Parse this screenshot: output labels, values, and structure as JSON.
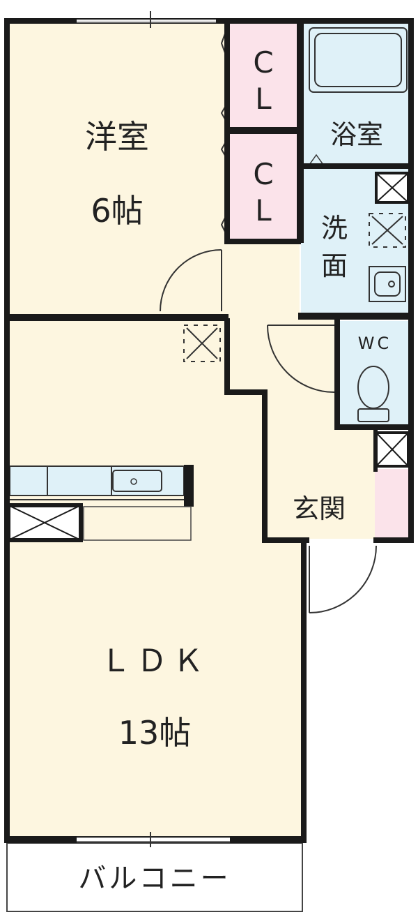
{
  "colors": {
    "wall": "#1a1a1a",
    "room_floor": "#fdf6e0",
    "wet_area": "#dff1f8",
    "closet": "#fbe3ea",
    "balcony": "#ffffff",
    "line": "#333333"
  },
  "rooms": {
    "western_room": {
      "name": "洋室",
      "size": "6帖"
    },
    "closet_1": {
      "line1": "C",
      "line2": "L"
    },
    "closet_2": {
      "line1": "C",
      "line2": "L"
    },
    "bathroom": {
      "name": "浴室"
    },
    "washroom": {
      "line1": "洗",
      "line2": "面"
    },
    "toilet": {
      "name": "WC"
    },
    "entrance": {
      "name": "玄関"
    },
    "ldk": {
      "name": "ＬＤＫ",
      "size": "13帖"
    },
    "balcony": {
      "name": "バルコニー"
    }
  },
  "icons": [
    "ventilation-icon",
    "storage-box-icon",
    "door-swing-icon",
    "bathtub-icon",
    "toilet-icon",
    "sink-icon",
    "kitchen-counter-icon"
  ]
}
